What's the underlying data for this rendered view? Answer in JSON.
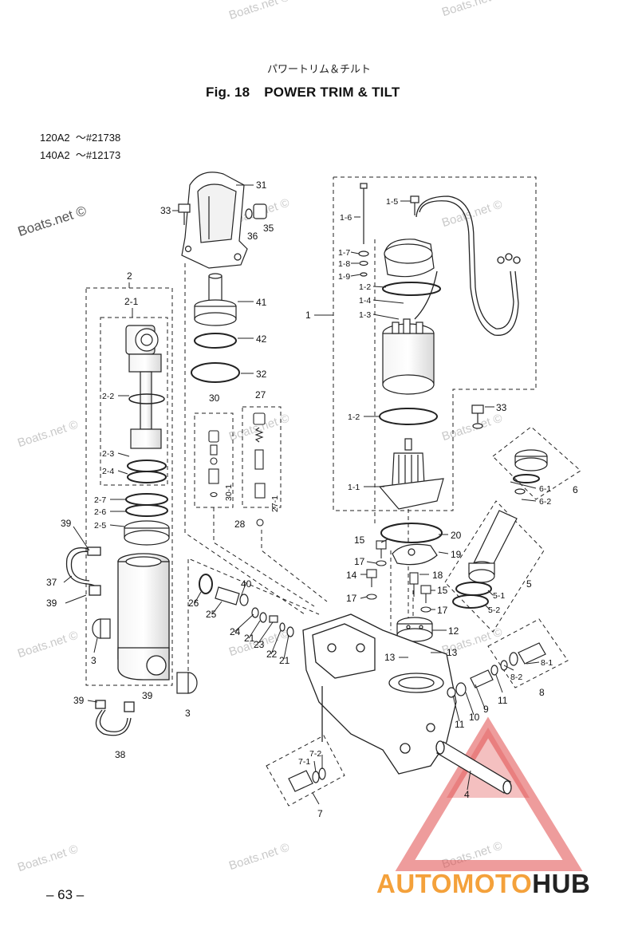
{
  "header": {
    "japanese_title": "パワートリム＆チルト",
    "fig_label": "Fig. 18",
    "title": "POWER TRIM & TILT"
  },
  "serial_ranges": [
    {
      "model": "120A2",
      "range": "～#21738"
    },
    {
      "model": "140A2",
      "range": "～#12173"
    }
  ],
  "watermark": "Boats.net ©",
  "page_number": "– 63 –",
  "brand": {
    "part1": "AUTOMOTO",
    "part2": "HUB",
    "accent_color": "#f4a13b",
    "triangle_color": "#e04b4b"
  },
  "part_labels": [
    {
      "id": "31",
      "text": "31"
    },
    {
      "id": "33a",
      "text": "33"
    },
    {
      "id": "36",
      "text": "36"
    },
    {
      "id": "35",
      "text": "35"
    },
    {
      "id": "41",
      "text": "41"
    },
    {
      "id": "42",
      "text": "42"
    },
    {
      "id": "32",
      "text": "32"
    },
    {
      "id": "30",
      "text": "30"
    },
    {
      "id": "30-1",
      "text": "30-1"
    },
    {
      "id": "27",
      "text": "27"
    },
    {
      "id": "27-1",
      "text": "27-1"
    },
    {
      "id": "28",
      "text": "28"
    },
    {
      "id": "2",
      "text": "2"
    },
    {
      "id": "2-1",
      "text": "2-1"
    },
    {
      "id": "2-2",
      "text": "2-2"
    },
    {
      "id": "2-3",
      "text": "2-3"
    },
    {
      "id": "2-4",
      "text": "2-4"
    },
    {
      "id": "2-7",
      "text": "2-7"
    },
    {
      "id": "2-6",
      "text": "2-6"
    },
    {
      "id": "2-5",
      "text": "2-5"
    },
    {
      "id": "39a",
      "text": "39"
    },
    {
      "id": "37",
      "text": "37"
    },
    {
      "id": "39b",
      "text": "39"
    },
    {
      "id": "3a",
      "text": "3"
    },
    {
      "id": "39c",
      "text": "39"
    },
    {
      "id": "39d",
      "text": "39"
    },
    {
      "id": "3b",
      "text": "3"
    },
    {
      "id": "38",
      "text": "38"
    },
    {
      "id": "1",
      "text": "1"
    },
    {
      "id": "1-5",
      "text": "1-5"
    },
    {
      "id": "1-6",
      "text": "1-6"
    },
    {
      "id": "1-7",
      "text": "1-7"
    },
    {
      "id": "1-8",
      "text": "1-8"
    },
    {
      "id": "1-9",
      "text": "1-9"
    },
    {
      "id": "1-2a",
      "text": "1-2"
    },
    {
      "id": "1-4",
      "text": "1-4"
    },
    {
      "id": "1-3",
      "text": "1-3"
    },
    {
      "id": "1-2b",
      "text": "1-2"
    },
    {
      "id": "1-1",
      "text": "1-1"
    },
    {
      "id": "33b",
      "text": "33"
    },
    {
      "id": "6",
      "text": "6"
    },
    {
      "id": "6-1",
      "text": "6-1"
    },
    {
      "id": "6-2",
      "text": "6-2"
    },
    {
      "id": "20",
      "text": "20"
    },
    {
      "id": "15a",
      "text": "15"
    },
    {
      "id": "19",
      "text": "19"
    },
    {
      "id": "17a",
      "text": "17"
    },
    {
      "id": "14",
      "text": "14"
    },
    {
      "id": "18",
      "text": "18"
    },
    {
      "id": "17b",
      "text": "17"
    },
    {
      "id": "15b",
      "text": "15"
    },
    {
      "id": "17c",
      "text": "17"
    },
    {
      "id": "5",
      "text": "5"
    },
    {
      "id": "5-1",
      "text": "5-1"
    },
    {
      "id": "5-2",
      "text": "5-2"
    },
    {
      "id": "12",
      "text": "12"
    },
    {
      "id": "13a",
      "text": "13"
    },
    {
      "id": "13b",
      "text": "13"
    },
    {
      "id": "40",
      "text": "40"
    },
    {
      "id": "26",
      "text": "26"
    },
    {
      "id": "25",
      "text": "25"
    },
    {
      "id": "24",
      "text": "24"
    },
    {
      "id": "21a",
      "text": "21"
    },
    {
      "id": "23",
      "text": "23"
    },
    {
      "id": "22",
      "text": "22"
    },
    {
      "id": "21b",
      "text": "21"
    },
    {
      "id": "8",
      "text": "8"
    },
    {
      "id": "8-1",
      "text": "8-1"
    },
    {
      "id": "8-2",
      "text": "8-2"
    },
    {
      "id": "11a",
      "text": "11"
    },
    {
      "id": "9",
      "text": "9"
    },
    {
      "id": "10",
      "text": "10"
    },
    {
      "id": "11b",
      "text": "11"
    },
    {
      "id": "7",
      "text": "7"
    },
    {
      "id": "7-1",
      "text": "7-1"
    },
    {
      "id": "7-2",
      "text": "7-2"
    },
    {
      "id": "4",
      "text": "4"
    }
  ]
}
